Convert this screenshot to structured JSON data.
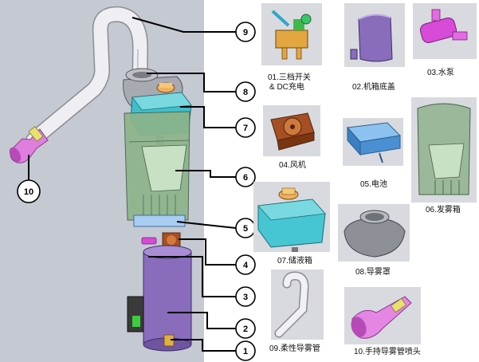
{
  "colors": {
    "panel_bg": "#c5c9d2",
    "tile_bg": "#d8dadf",
    "cyan_tank": "#46c6d2",
    "green_box": "#9bb89a",
    "purple_base": "#8a6bb8",
    "magenta_pump": "#d84ad8",
    "brown_fan": "#a65226",
    "blue_battery": "#5a9fe0",
    "pink_nozzle": "#e486e4",
    "gray_cover": "#8e9098",
    "white_hose": "#e8e8ec"
  },
  "callouts": [
    "1",
    "2",
    "3",
    "4",
    "5",
    "6",
    "7",
    "8",
    "9",
    "10"
  ],
  "parts": [
    {
      "id": "01",
      "caption_line1": "01.三档开关",
      "caption_line2": "& DC充电",
      "icon": "switch-icon"
    },
    {
      "id": "02",
      "caption_line1": "02.机箱底盖",
      "icon": "base-cover-icon"
    },
    {
      "id": "03",
      "caption_line1": "03.水泵",
      "icon": "pump-icon"
    },
    {
      "id": "04",
      "caption_line1": "04.风机",
      "icon": "fan-icon"
    },
    {
      "id": "05",
      "caption_line1": "05.电池",
      "icon": "battery-icon"
    },
    {
      "id": "06",
      "caption_line1": "06.发雾箱",
      "icon": "mist-box-icon"
    },
    {
      "id": "07",
      "caption_line1": "07.储液箱",
      "icon": "tank-icon"
    },
    {
      "id": "08",
      "caption_line1": "08.导雾罩",
      "icon": "mist-cover-icon"
    },
    {
      "id": "09",
      "caption_line1": "09.柔性导雾管",
      "icon": "hose-icon"
    },
    {
      "id": "10",
      "caption_line1": "10.手持导雾管喷头",
      "icon": "nozzle-icon"
    }
  ]
}
